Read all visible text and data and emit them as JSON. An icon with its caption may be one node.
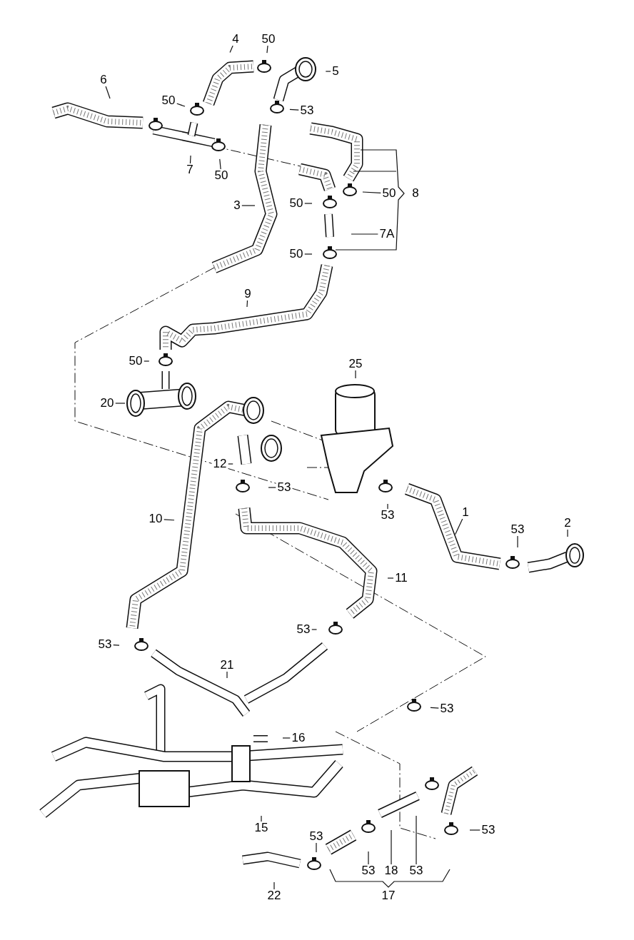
{
  "diagram": {
    "nodes": [
      {
        "text": [
          "4"
        ]
      },
      {
        "text": [
          "50"
        ]
      },
      {
        "text": [
          "5"
        ]
      },
      {
        "text": [
          "6"
        ]
      },
      {
        "text": [
          "50"
        ]
      },
      {
        "text": [
          "53"
        ]
      },
      {
        "text": [
          "7"
        ]
      },
      {
        "text": [
          "50"
        ]
      },
      {
        "text": [
          "8"
        ]
      },
      {
        "text": [
          "50"
        ]
      },
      {
        "text": [
          "50"
        ]
      },
      {
        "text": [
          "3"
        ]
      },
      {
        "text": [
          "7A"
        ]
      },
      {
        "text": [
          "50"
        ]
      },
      {
        "text": [
          "9"
        ]
      },
      {
        "text": [
          "50"
        ]
      },
      {
        "text": [
          "25"
        ]
      },
      {
        "text": [
          "20"
        ]
      },
      {
        "text": [
          "12"
        ]
      },
      {
        "text": [
          "53"
        ]
      },
      {
        "text": [
          "53"
        ]
      },
      {
        "text": [
          "1"
        ]
      },
      {
        "text": [
          "53"
        ]
      },
      {
        "text": [
          "2"
        ]
      },
      {
        "text": [
          "10"
        ]
      },
      {
        "text": [
          "11"
        ]
      },
      {
        "text": [
          "53"
        ]
      },
      {
        "text": [
          "53"
        ]
      },
      {
        "text": [
          "21"
        ]
      },
      {
        "text": [
          "53"
        ]
      },
      {
        "text": [
          "16"
        ]
      },
      {
        "text": [
          "15"
        ]
      },
      {
        "text": [
          "53"
        ]
      },
      {
        "text": [
          "53"
        ]
      },
      {
        "text": [
          "53"
        ]
      },
      {
        "text": [
          "18"
        ]
      },
      {
        "text": [
          "53"
        ]
      },
      {
        "text": [
          "22"
        ]
      },
      {
        "text": [
          "17"
        ]
      }
    ],
    "edges": [
      {
        "from": 0,
        "to": null,
        "arrow": "none"
      },
      {
        "from": 1,
        "to": null,
        "arrow": "none"
      },
      {
        "from": 2,
        "to": null,
        "arrow": "none"
      },
      {
        "from": 3,
        "to": null,
        "arrow": "none"
      },
      {
        "from": 4,
        "to": null,
        "arrow": "none"
      },
      {
        "from": 5,
        "to": null,
        "arrow": "none"
      },
      {
        "from": 6,
        "to": null,
        "arrow": "none"
      },
      {
        "from": 7,
        "to": null,
        "arrow": "none"
      },
      {
        "from": 9,
        "to": null,
        "arrow": "none"
      },
      {
        "from": 10,
        "to": null,
        "arrow": "none"
      },
      {
        "from": 11,
        "to": null,
        "arrow": "none"
      },
      {
        "from": 12,
        "to": null,
        "arrow": "none"
      },
      {
        "from": 13,
        "to": null,
        "arrow": "none"
      },
      {
        "from": 14,
        "to": null,
        "arrow": "none"
      },
      {
        "from": 15,
        "to": null,
        "arrow": "none"
      },
      {
        "from": 16,
        "to": null,
        "arrow": "none"
      },
      {
        "from": 17,
        "to": null,
        "arrow": "none"
      },
      {
        "from": 18,
        "to": null,
        "arrow": "none"
      },
      {
        "from": 19,
        "to": null,
        "arrow": "none"
      },
      {
        "from": 20,
        "to": null,
        "arrow": "none"
      },
      {
        "from": 21,
        "to": null,
        "arrow": "none"
      },
      {
        "from": 22,
        "to": null,
        "arrow": "none"
      },
      {
        "from": 23,
        "to": null,
        "arrow": "none"
      },
      {
        "from": 24,
        "to": null,
        "arrow": "none"
      },
      {
        "from": 25,
        "to": null,
        "arrow": "none"
      },
      {
        "from": 26,
        "to": null,
        "arrow": "none"
      },
      {
        "from": 27,
        "to": null,
        "arrow": "none"
      },
      {
        "from": 28,
        "to": null,
        "arrow": "none"
      },
      {
        "from": 29,
        "to": null,
        "arrow": "none"
      },
      {
        "from": 30,
        "to": null,
        "arrow": "none"
      },
      {
        "from": 31,
        "to": null,
        "arrow": "none"
      },
      {
        "from": 32,
        "to": null,
        "arrow": "none"
      },
      {
        "from": 33,
        "to": null,
        "arrow": "none"
      },
      {
        "from": 34,
        "to": null,
        "arrow": "none"
      },
      {
        "from": 35,
        "to": null,
        "arrow": "none"
      },
      {
        "from": 36,
        "to": null,
        "arrow": "none"
      },
      {
        "from": 37,
        "to": null,
        "arrow": "none"
      }
    ]
  }
}
